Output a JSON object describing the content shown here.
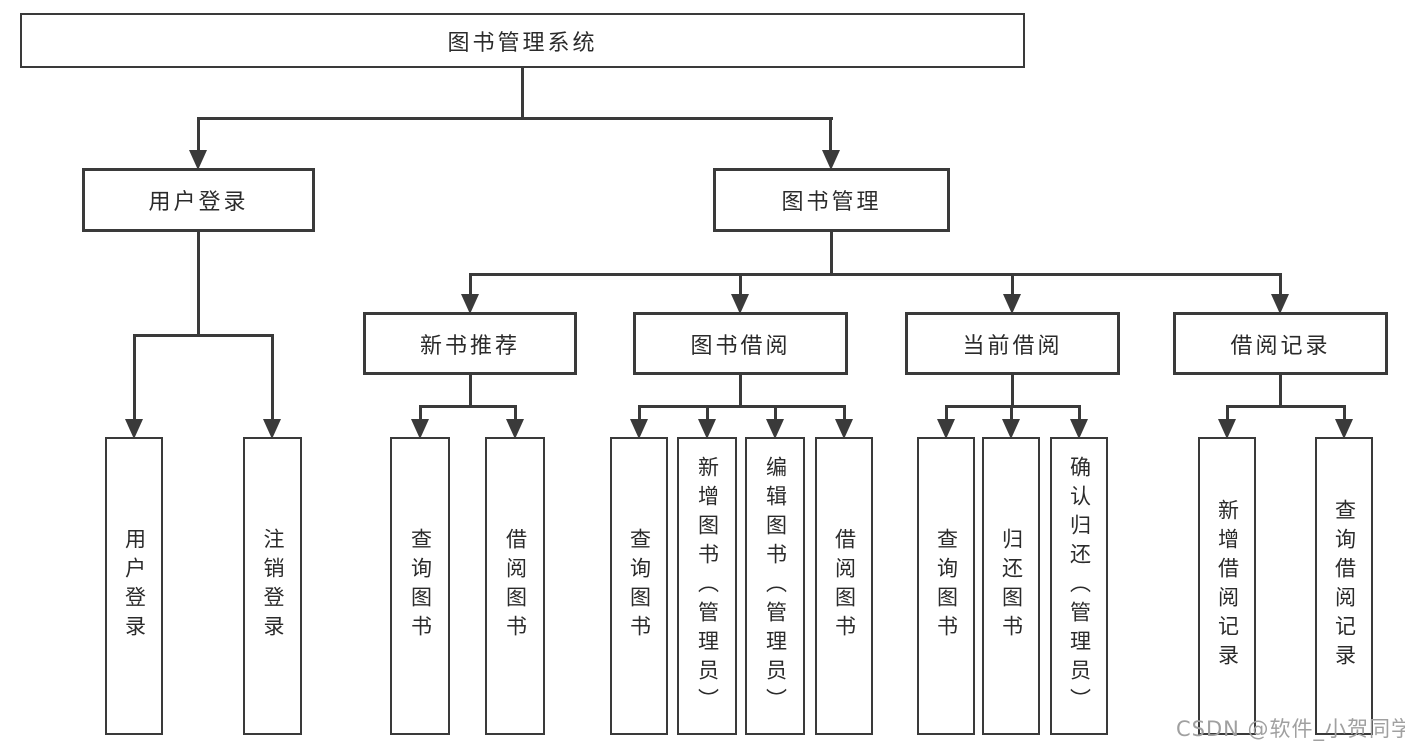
{
  "diagram": {
    "title": "图书管理系统",
    "level2": {
      "user_login": "用户登录",
      "book_mgmt": "图书管理"
    },
    "level3": {
      "new_books": "新书推荐",
      "book_borrow": "图书借阅",
      "current_borrow": "当前借阅",
      "borrow_records": "借阅记录"
    },
    "leaves": {
      "login": {
        "user_login": "用户登录",
        "logout": "注销登录"
      },
      "new_books": {
        "query_book": "查询图书",
        "borrow_book": "借阅图书"
      },
      "book_borrow": {
        "query_book": "查询图书",
        "add_book": "新增图书（管理员）",
        "edit_book": "编辑图书（管理员）",
        "borrow_book": "借阅图书"
      },
      "current_borrow": {
        "query_book": "查询图书",
        "return_book": "归还图书",
        "confirm_return": "确认归还（管理员）"
      },
      "borrow_records": {
        "add_record": "新增借阅记录",
        "query_record": "查询借阅记录"
      }
    },
    "watermark": "CSDN @软件_小贺同学",
    "colors": {
      "line": "#3a3a3a",
      "text": "#2b2b2b",
      "watermark": "#a0a0a0",
      "background": "#ffffff"
    }
  }
}
